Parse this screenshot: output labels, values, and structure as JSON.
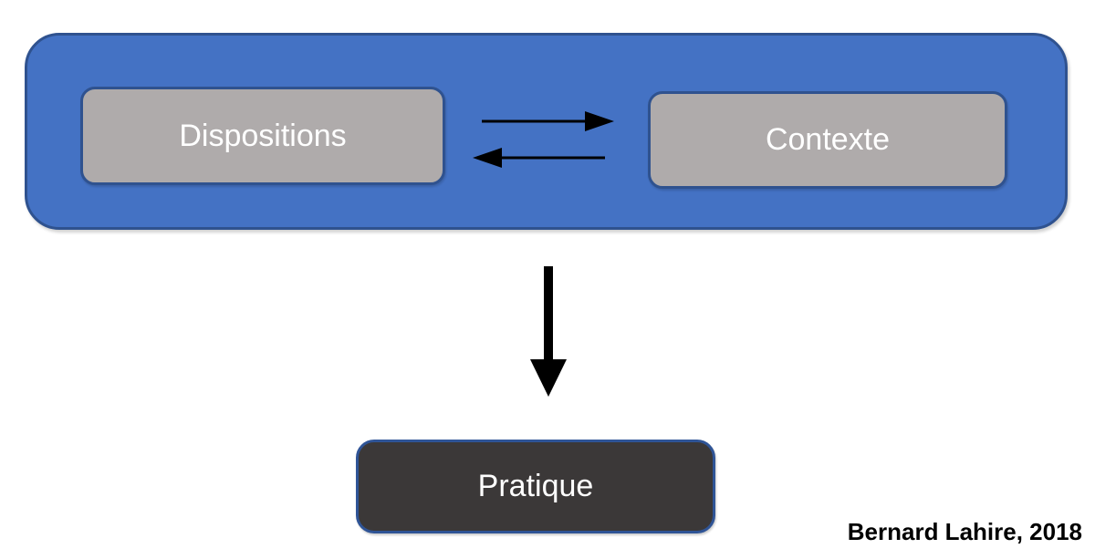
{
  "boxes": {
    "dispositions": {
      "label": "Dispositions"
    },
    "contexte": {
      "label": "Contexte"
    },
    "pratique": {
      "label": "Pratique"
    }
  },
  "icons": {
    "right_arrow": "arrow-right-icon",
    "left_arrow": "arrow-left-icon",
    "down_arrow": "arrow-down-icon"
  },
  "credit": {
    "label": "Bernard Lahire, 2018"
  },
  "colors": {
    "page_background": "#FFFFFF",
    "container_fill": "#4472C4",
    "container_border": "#2F528F",
    "gray_box_fill": "#AFABAB",
    "gray_box_border": "#2F528F",
    "dark_box_fill": "#3B3838",
    "dark_box_border": "#2F5496",
    "box_text_color": "#FFFFFF",
    "arrow_color": "#000000",
    "credit_color": "#000000"
  }
}
